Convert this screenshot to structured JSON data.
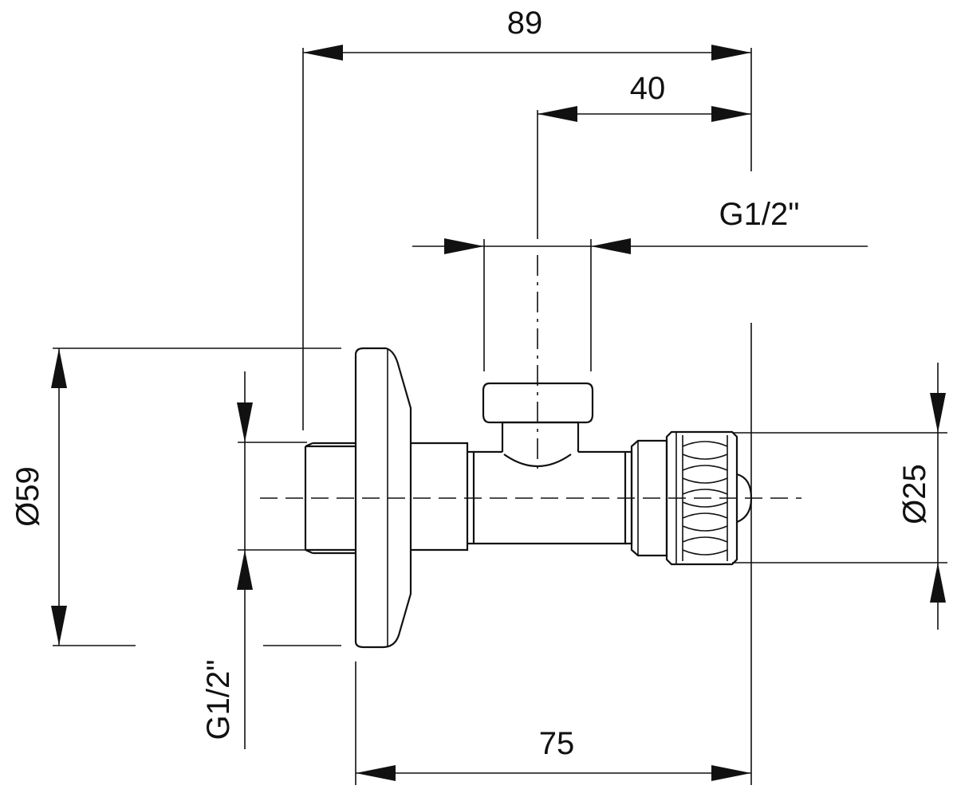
{
  "drawing": {
    "dimensions": {
      "overall_length": "89",
      "outlet_offset": "40",
      "outlet_thread": "G1/2\"",
      "rosette_diameter": "Ø59",
      "handle_diameter": "Ø25",
      "inlet_thread": "G1/2\"",
      "body_length": "75"
    }
  }
}
